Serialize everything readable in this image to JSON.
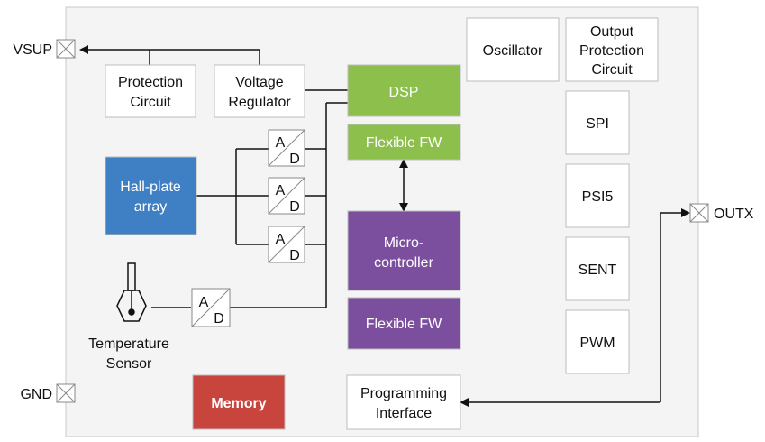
{
  "pins": {
    "vsup": "VSUP",
    "gnd": "GND",
    "outx": "OUTX"
  },
  "blocks": {
    "protection_circuit": [
      "Protection",
      "Circuit"
    ],
    "voltage_regulator": [
      "Voltage",
      "Regulator"
    ],
    "dsp": "DSP",
    "flexible_fw_top": "Flexible FW",
    "microcontroller": [
      "Micro-",
      "controller"
    ],
    "flexible_fw_bottom": "Flexible FW",
    "hall_plate_array": [
      "Hall-plate",
      "array"
    ],
    "adc_letters": [
      "A",
      "D"
    ],
    "temperature_sensor": [
      "Temperature",
      "Sensor"
    ],
    "memory": "Memory",
    "programming_interface": [
      "Programming",
      "Interface"
    ],
    "oscillator": "Oscillator",
    "output_protection": [
      "Output",
      "Protection",
      "Circuit"
    ],
    "spi": "SPI",
    "psi5": "PSI5",
    "sent": "SENT",
    "pwm": "PWM"
  },
  "colors": {
    "dsp_green": "#8cbf4c",
    "hall_blue": "#3f7fc4",
    "micro_purple": "#7c4e9e",
    "memory_red": "#c8453e",
    "chip_background": "#f4f4f4",
    "border": "#bdbdbd",
    "line": "#111111"
  }
}
